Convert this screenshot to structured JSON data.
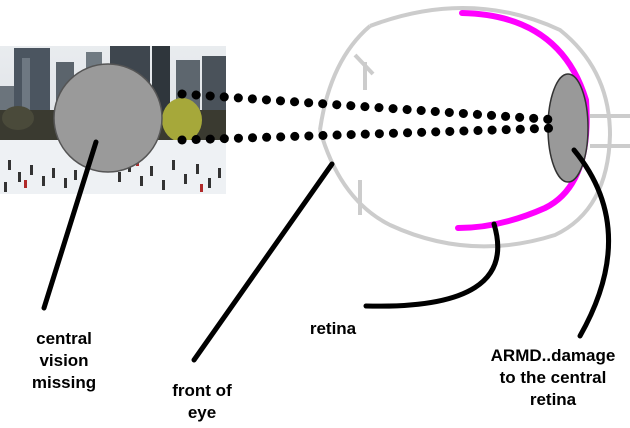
{
  "labels": {
    "central_vision_missing": [
      "central",
      "vision",
      "missing"
    ],
    "front_of_eye": [
      "front of",
      "eye"
    ],
    "retina": "retina",
    "armd": [
      "ARMD..damage",
      "to the central",
      "retina"
    ]
  },
  "photo": {
    "description_icon": "ice-rink-city-scene",
    "blind_spot_color": "#9a9a9a"
  },
  "colors": {
    "eye_outline": "#cccccc",
    "retina_highlight": "#ff00ff",
    "damage_area": "#999999",
    "pointer_lines": "#000000"
  }
}
